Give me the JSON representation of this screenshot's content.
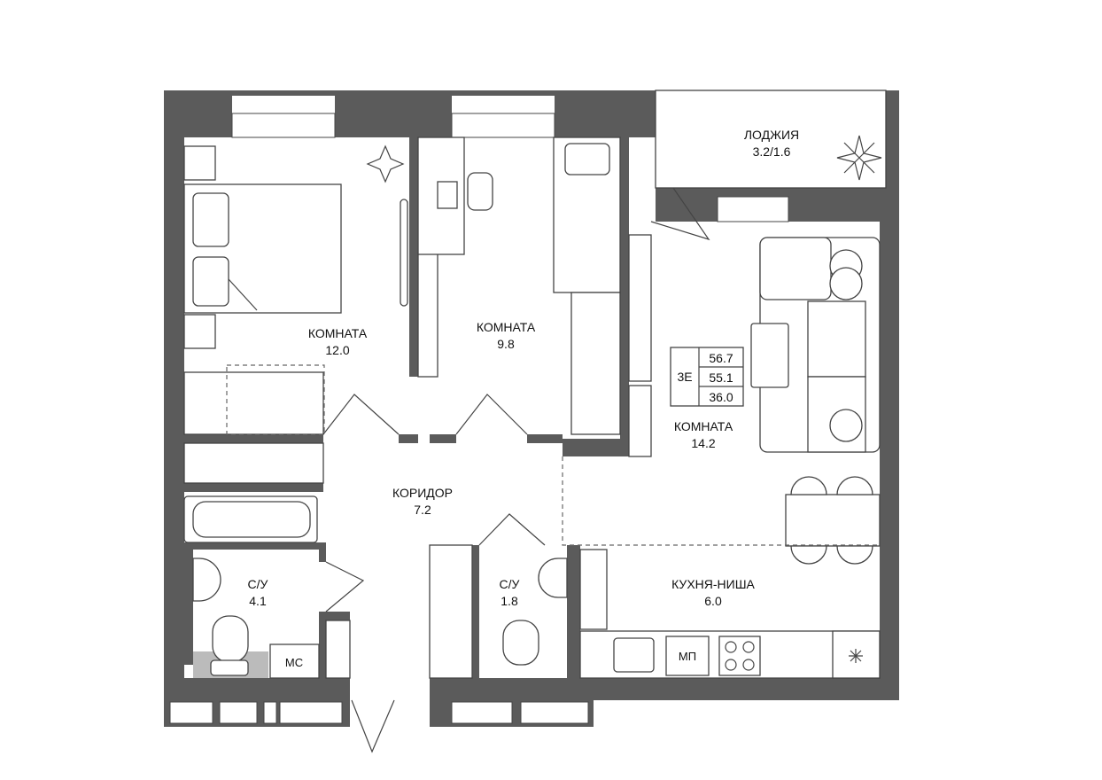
{
  "rooms": {
    "bedroom1": {
      "name": "КОМНАТА",
      "area": "12.0"
    },
    "bedroom2": {
      "name": "КОМНАТА",
      "area": "9.8"
    },
    "living": {
      "name": "КОМНАТА",
      "area": "14.2"
    },
    "loggia": {
      "name": "ЛОДЖИЯ",
      "area": "3.2/1.6"
    },
    "corridor": {
      "name": "КОРИДОР",
      "area": "7.2"
    },
    "bath1": {
      "name": "С/У",
      "area": "4.1"
    },
    "bath2": {
      "name": "С/У",
      "area": "1.8"
    },
    "kitchen": {
      "name": "КУХНЯ-НИША",
      "area": "6.0"
    }
  },
  "appliances": {
    "washer": "МС",
    "microwave": "МП"
  },
  "summary": {
    "code": "3Е",
    "total": "56.7",
    "without_loggia": "55.1",
    "living": "36.0"
  },
  "colors": {
    "wall": "#5b5b5b",
    "line": "#444444",
    "background": "#ffffff"
  }
}
